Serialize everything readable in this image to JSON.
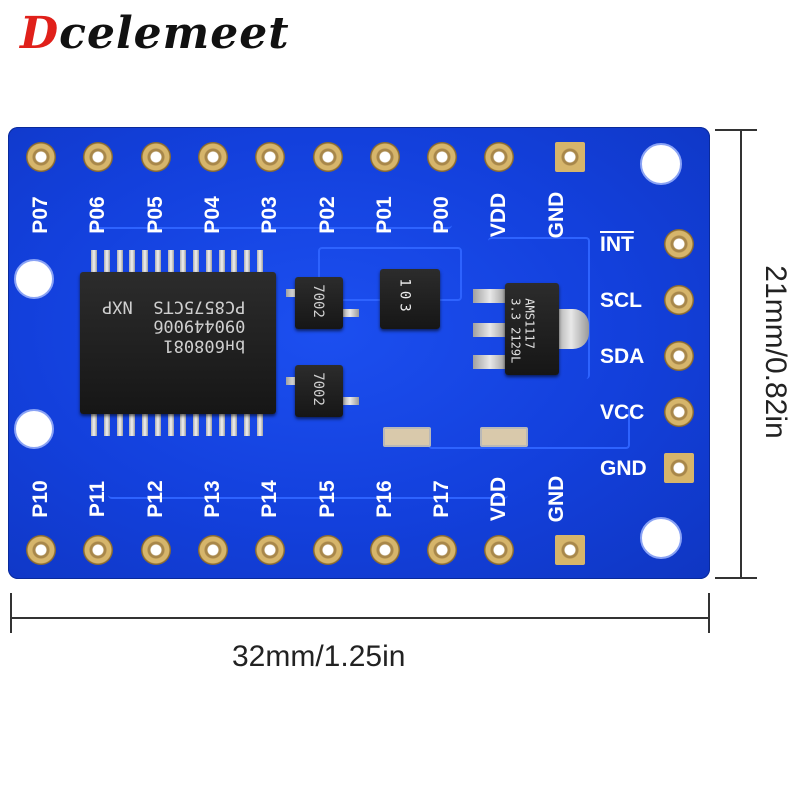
{
  "brand": {
    "first_letter": "D",
    "rest": "celemeet"
  },
  "colors": {
    "board": "#1340dc",
    "brand_red": "#e0201a",
    "pad_gold": "#d6b56b"
  },
  "top_pins": [
    "P07",
    "P06",
    "P05",
    "P04",
    "P03",
    "P02",
    "P01",
    "P00",
    "VDD",
    "GND"
  ],
  "bottom_pins": [
    "P10",
    "P11",
    "P12",
    "P13",
    "P14",
    "P15",
    "P16",
    "P17",
    "VDD",
    "GND"
  ],
  "side_pins": [
    "INT",
    "SCL",
    "SDA",
    "VCC",
    "GND"
  ],
  "main_chip": {
    "line1": "NXP",
    "line2": "PC8575CTS",
    "line3": "09044900б",
    "line4": "bн608081"
  },
  "transistor_top": "7002",
  "transistor_bottom": "7002",
  "resistor_array": "103",
  "regulator": {
    "line1": "AMS1117",
    "line2": "3.3  2129L"
  },
  "dimensions": {
    "width": "32mm/1.25in",
    "height": "21mm/0.82in"
  }
}
